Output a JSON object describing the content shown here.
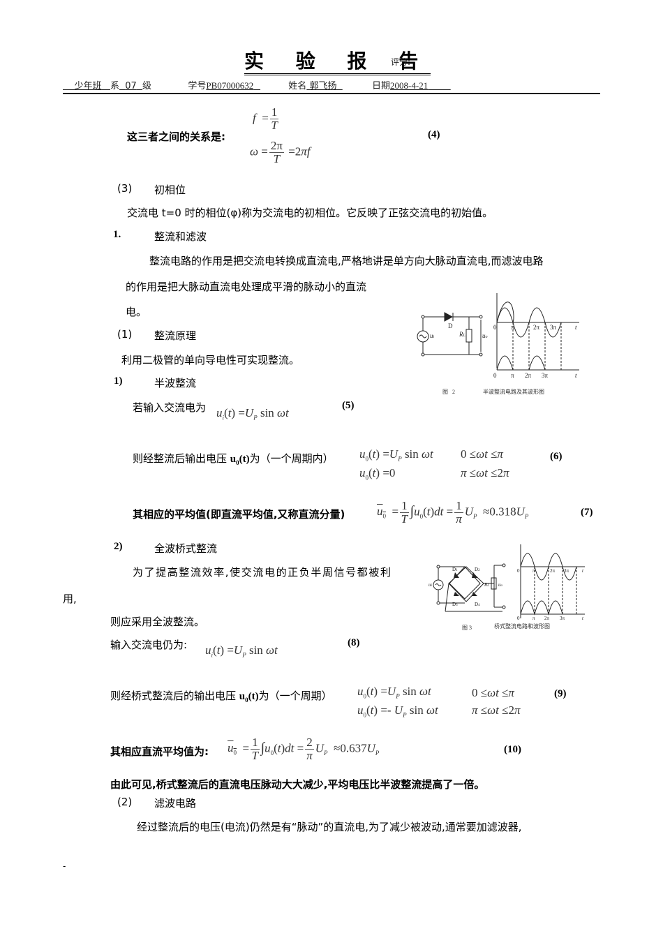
{
  "header": {
    "title": "实 验 报 告",
    "score_label": "评分:",
    "department": "少年班",
    "dept_suffix": "系",
    "grade": "07",
    "grade_suffix": "级",
    "student_id_label": "学号",
    "student_id": "PB07000632",
    "name_label": "姓名",
    "name": "郭飞扬",
    "date_label": "日期",
    "date": "2008-4-21"
  },
  "body": {
    "relation_label": "这三者之间的关系是:",
    "eq4": {
      "line1": "f = 1/T",
      "line2": "ω = 2π/T = 2πf",
      "number": "(4)"
    },
    "sec3_num": "(3)",
    "sec3_title": "初相位",
    "sec3_text": "交流电 t=0 时的相位(φ)称为交流电的初相位。它反映了正弦交流电的初始值。",
    "sec_1_num": "1.",
    "sec_1_title": "整流和滤波",
    "rect_para_line1": "整流电路的作用是把交流电转换成直流电,严格地讲是单方向大脉动直流电,而滤波电路",
    "rect_para_line2": "的作用是把大脉动直流电处理成平滑的脉动小的直流",
    "rect_para_line3": "电。",
    "sub1_num": "(1)",
    "sub1_title": "整流原理",
    "sub1_text": "利用二极管的单向导电性可实现整流。",
    "half_num": "1)",
    "half_title": "半波整流",
    "eq5_label": "若输入交流电为",
    "eq5": {
      "expr": "u_i(t) = U_P sin ωt",
      "number": "(5)"
    },
    "eq6_label": "则经整流后输出电压 u₀(t)为(一个周期内)",
    "eq6": {
      "line1": "u₀(t) = U_P sin ωt",
      "cond1": "0 ≤ ωt ≤ π",
      "line2": "u₀(t) = 0",
      "cond2": "π ≤ ωt ≤ 2π",
      "number": "(6)"
    },
    "eq7_label": "其相应的平均值(即直流平均值,又称直流分量)",
    "eq7": {
      "expr": "ū₀ = (1/T)∫₀ᵀ u₀(t)dt = (1/π)U_P ≈ 0.318U_P",
      "result": "0.318",
      "number": "(7)"
    },
    "full_num": "2)",
    "full_title": "全波桥式整流",
    "full_para_line1": "为了提高整流效率,使交流电的正负半周信号都被利",
    "full_para_line2": "用,",
    "full_para_line3": "则应采用全波整流。",
    "eq8_label": "输入交流电仍为:",
    "eq8": {
      "expr": "u_i(t) = U_P sin ωt",
      "number": "(8)"
    },
    "eq9_label": "则经桥式整流后的输出电压 u₀(t)为(一个周期)",
    "eq9": {
      "line1": "u₀(t) = U_P sin ωt",
      "cond1": "0 ≤ ωt ≤ π",
      "line2": "u₀(t) = - U_P sin ωt",
      "cond2": "π ≤ ωt ≤ 2π",
      "number": "(9)"
    },
    "eq10_label": "其相应直流平均值为:",
    "eq10": {
      "expr": "ū₀ = (1/T)∫₀ᵀ u₀(t)dt = (2/π)U_P ≈ 0.637U_P",
      "result": "0.637",
      "number": "(10)"
    },
    "conclusion": "由此可见,桥式整流后的直流电压脉动大大减少,平均电压比半波整流提高了一倍。",
    "sub2_num": "(2)",
    "sub2_title": "滤波电路",
    "filter_text": "经过整流后的电压(电流)仍然是有“脉动”的直流电,为了减少被波动,通常要加滤波器,"
  },
  "figures": {
    "fig2": {
      "caption_num": "图  2",
      "caption": "半波整流电路及其波形图",
      "labels": {
        "diode": "D",
        "resistor": "R_L",
        "input": "u_i",
        "output": "u_o",
        "zero": "0",
        "pi": "π",
        "two_pi": "2π",
        "three_pi": "3π",
        "t": "t"
      }
    },
    "fig3": {
      "caption_num": "图 3",
      "caption": "桥式整流电路和波形图",
      "labels": {
        "d1": "D1",
        "d2": "D2",
        "d3": "D3",
        "d4": "D4",
        "resistor": "R_L",
        "input": "u_i",
        "output": "u_o",
        "zero": "0",
        "pi": "π",
        "two_pi": "2π",
        "three_pi": "3π",
        "t": "t"
      }
    }
  },
  "footer": {
    "mark": "-"
  }
}
